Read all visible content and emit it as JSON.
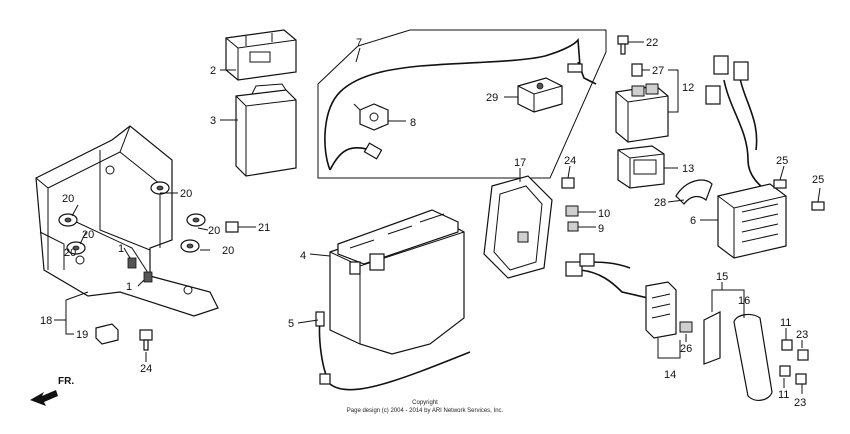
{
  "diagram": {
    "labels": [
      {
        "id": "l2",
        "text": "2"
      },
      {
        "id": "l3",
        "text": "3"
      },
      {
        "id": "l7",
        "text": "7"
      },
      {
        "id": "l8",
        "text": "8"
      },
      {
        "id": "l29",
        "text": "29"
      },
      {
        "id": "l22",
        "text": "22"
      },
      {
        "id": "l27",
        "text": "27"
      },
      {
        "id": "l12",
        "text": "12"
      },
      {
        "id": "l13",
        "text": "13"
      },
      {
        "id": "l17",
        "text": "17"
      },
      {
        "id": "l24a",
        "text": "24"
      },
      {
        "id": "l10",
        "text": "10"
      },
      {
        "id": "l9",
        "text": "9"
      },
      {
        "id": "l25a",
        "text": "25"
      },
      {
        "id": "l25b",
        "text": "25"
      },
      {
        "id": "l28",
        "text": "28"
      },
      {
        "id": "l6",
        "text": "6"
      },
      {
        "id": "l4",
        "text": "4"
      },
      {
        "id": "l5",
        "text": "5"
      },
      {
        "id": "l20a",
        "text": "20"
      },
      {
        "id": "l20b",
        "text": "20"
      },
      {
        "id": "l20c",
        "text": "20"
      },
      {
        "id": "l20d",
        "text": "20"
      },
      {
        "id": "l20e",
        "text": "20"
      },
      {
        "id": "l20f",
        "text": "20"
      },
      {
        "id": "l21",
        "text": "21"
      },
      {
        "id": "l1a",
        "text": "1"
      },
      {
        "id": "l1b",
        "text": "1"
      },
      {
        "id": "l18",
        "text": "18"
      },
      {
        "id": "l19",
        "text": "19"
      },
      {
        "id": "l24b",
        "text": "24"
      },
      {
        "id": "l15",
        "text": "15"
      },
      {
        "id": "l16",
        "text": "16"
      },
      {
        "id": "l14",
        "text": "14"
      },
      {
        "id": "l26",
        "text": "26"
      },
      {
        "id": "l11a",
        "text": "11"
      },
      {
        "id": "l11b",
        "text": "11"
      },
      {
        "id": "l23a",
        "text": "23"
      },
      {
        "id": "l23b",
        "text": "23"
      }
    ],
    "direction_label": "FR.",
    "copyright_line1": "Copyright",
    "copyright_line2": "Page design (c) 2004 - 2014 by ARI Network Services, Inc."
  }
}
